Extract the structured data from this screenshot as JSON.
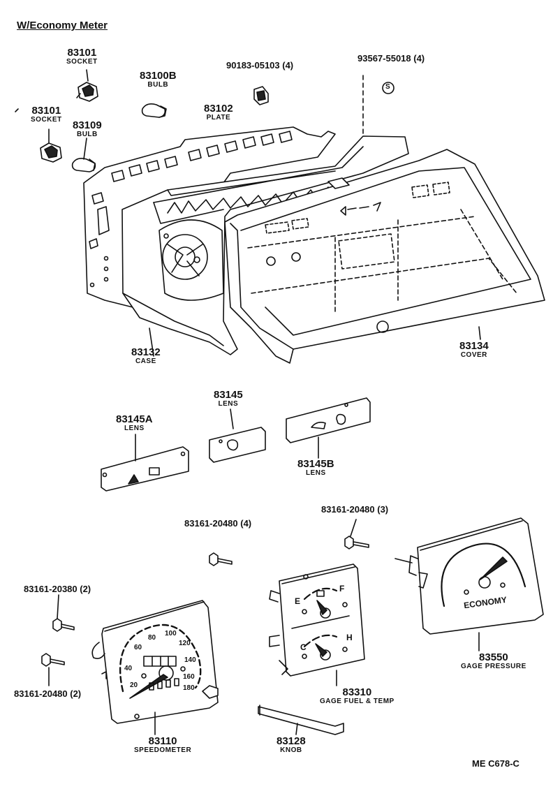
{
  "title": "W/Economy Meter",
  "diagram_code": "ME  C678-C",
  "parts": {
    "socket_a": {
      "number": "83101",
      "name": "SOCKET"
    },
    "bulb_a": {
      "number": "83100B",
      "name": "BULB"
    },
    "socket_b": {
      "number": "83101",
      "name": "SOCKET"
    },
    "bulb_b": {
      "number": "83109",
      "name": "BULB"
    },
    "plate": {
      "number": "83102",
      "name": "PLATE"
    },
    "clip": {
      "number": "90183-05103 (4)"
    },
    "screw_s": {
      "number": "93567-55018 (4)"
    },
    "screw_s_mark": "S",
    "case": {
      "number": "83132",
      "name": "CASE"
    },
    "cover": {
      "number": "83134",
      "name": "COVER"
    },
    "lens_a": {
      "number": "83145A",
      "name": "LENS"
    },
    "lens": {
      "number": "83145",
      "name": "LENS"
    },
    "lens_b": {
      "number": "83145B",
      "name": "LENS"
    },
    "bolt_4": {
      "number": "83161-20480 (4)"
    },
    "bolt_3": {
      "number": "83161-20480 (3)"
    },
    "bolt_380": {
      "number": "83161-20380 (2)"
    },
    "bolt_480_2": {
      "number": "83161-20480 (2)"
    },
    "speedometer": {
      "number": "83110",
      "name": "SPEEDOMETER"
    },
    "knob": {
      "number": "83128",
      "name": "KNOB"
    },
    "gage_fuel": {
      "number": "83310",
      "name": "GAGE FUEL & TEMP"
    },
    "gage_pressure": {
      "number": "83550",
      "name": "GAGE PRESSURE"
    }
  },
  "dial_text": {
    "speedo_ticks": [
      "20",
      "40",
      "60",
      "80",
      "100",
      "120",
      "140",
      "160",
      "180"
    ],
    "fuel_e": "E",
    "fuel_f": "F",
    "temp_c": "C",
    "temp_h": "H",
    "economy": "ECONOMY"
  }
}
